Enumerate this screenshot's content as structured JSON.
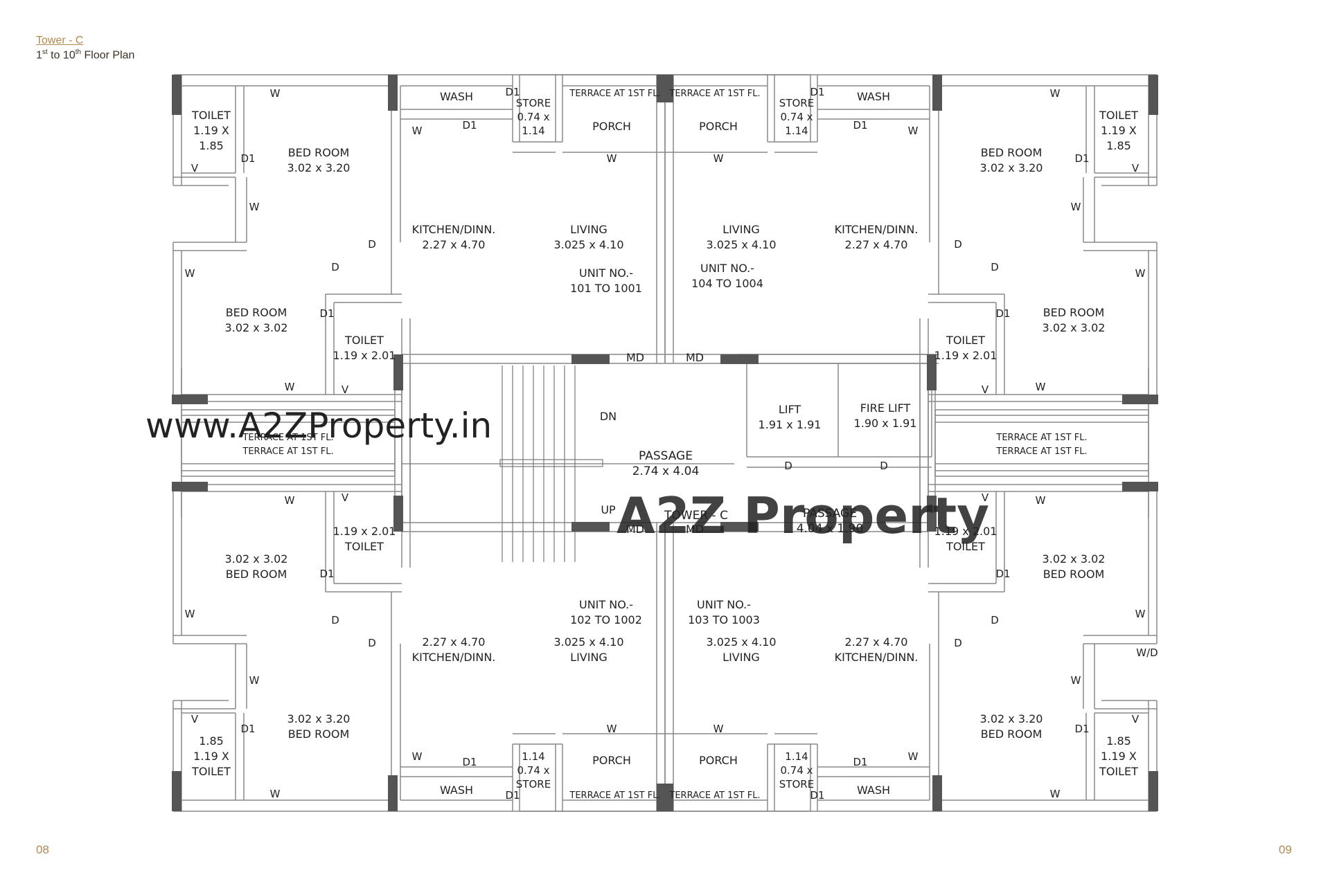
{
  "header": {
    "title": "Tower - C",
    "sub_num1": "1",
    "sub_sup1": "st",
    "sub_mid": " to 10",
    "sub_sup2": "th",
    "sub_end": " Floor Plan"
  },
  "page_left": "08",
  "page_right": "09",
  "watermarks": {
    "site": "www.A2ZProperty.in",
    "logo": "A2Z Property"
  },
  "colors": {
    "accent": "#b08a4e",
    "wall": "#555555",
    "line": "#888888"
  },
  "labels": {
    "toilet": "TOILET",
    "toilet_size_a1": "1.19 X",
    "toilet_size_a2": "1.85",
    "toilet_size_b": "1.19 x 2.01",
    "bed_room": "BED ROOM",
    "bed_size_a": "3.02 x 3.20",
    "bed_size_b": "3.02 x 3.02",
    "kitchen": "KITCHEN/DINN.",
    "kitchen_size": "2.27 x 4.70",
    "living": "LIVING",
    "living_size": "3.025 x 4.10",
    "wash": "WASH",
    "store": "STORE",
    "store_size1": "0.74 x",
    "store_size2": "1.14",
    "terrace": "TERRACE AT 1ST FL.",
    "porch": "PORCH",
    "unit": "UNIT NO.-",
    "unit_101": "101 TO 1001",
    "unit_102": "102 TO 1002",
    "unit_103": "103 TO 1003",
    "unit_104": "104 TO 1004",
    "lift": "LIFT",
    "lift_size": "1.91 x 1.91",
    "fire_lift": "FIRE LIFT",
    "fire_lift_size": "1.90 x 1.91",
    "passage": "PASSAGE",
    "passage_size1": "2.74 x 4.04",
    "passage_size2": "4.04 x 1.90",
    "tower": "TOWER - C",
    "dn": "DN",
    "up": "UP",
    "md": "MD",
    "w": "W",
    "d": "D",
    "d1": "D1",
    "v": "V",
    "wd": "W/D"
  }
}
